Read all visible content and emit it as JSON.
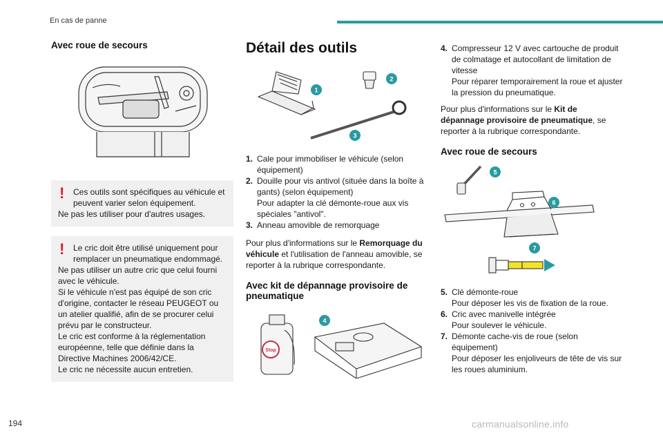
{
  "header": {
    "section": "En cas de panne"
  },
  "page_number": "194",
  "watermark": "carmanualsonline.info",
  "col1": {
    "heading": "Avec roue de secours",
    "warning1": {
      "first": "Ces outils sont spécifiques au véhicule et peuvent varier selon équipement.",
      "rest": "Ne pas les utiliser pour d'autres usages."
    },
    "warning2": {
      "first": "Le cric doit être utilisé uniquement pour remplacer un pneumatique endommagé.",
      "lines": [
        "Ne pas utiliser un autre cric que celui fourni avec le véhicule.",
        "Si le véhicule n'est pas équipé de son cric d'origine, contacter le réseau PEUGEOT ou un atelier qualifié, afin de se procurer celui prévu par le constructeur.",
        "Le cric est conforme à la réglementation européenne, telle que définie dans la Directive Machines 2006/42/CE.",
        "Le cric ne nécessite aucun entretien."
      ]
    }
  },
  "col2": {
    "title": "Détail des outils",
    "badges": [
      "1",
      "2",
      "3",
      "4"
    ],
    "items": [
      {
        "num": "1.",
        "text": "Cale pour immobiliser le véhicule (selon équipement)"
      },
      {
        "num": "2.",
        "text": "Douille pour vis antivol (située dans la boîte à gants) (selon équipement)",
        "sub": "Pour adapter la clé démonte-roue aux vis spéciales \"antivol\"."
      },
      {
        "num": "3.",
        "text": "Anneau amovible de remorquage"
      }
    ],
    "para_pre": "Pour plus d'informations sur le ",
    "para_bold": "Remorquage du véhicule",
    "para_post": " et l'utilisation de l'anneau amovible, se reporter à la rubrique correspondante.",
    "heading2": "Avec kit de dépannage provisoire de pneumatique",
    "label_stop": "Stop"
  },
  "col3": {
    "items_top": [
      {
        "num": "4.",
        "text": "Compresseur 12 V avec cartouche de produit de colmatage et autocollant de limitation de vitesse",
        "sub": "Pour réparer temporairement la roue et ajuster la pression du pneumatique."
      }
    ],
    "para_pre": "Pour plus d'informations sur le ",
    "para_bold": "Kit de dépannage provisoire de pneumatique",
    "para_post": ", se reporter à la rubrique correspondante.",
    "heading": "Avec roue de secours",
    "badges": [
      "5",
      "6",
      "7"
    ],
    "items": [
      {
        "num": "5.",
        "text": "Clé démonte-roue",
        "sub": "Pour déposer les vis de fixation de la roue."
      },
      {
        "num": "6.",
        "text": "Cric avec manivelle intégrée",
        "sub": "Pour soulever le véhicule."
      },
      {
        "num": "7.",
        "text": "Démonte cache-vis de roue (selon équipement)",
        "sub": "Pour déposer les enjoliveurs de tête de vis sur les roues aluminium."
      }
    ]
  },
  "colors": {
    "accent": "#2a9aa1",
    "warning": "#d4212a",
    "box": "#f0f0f0"
  }
}
